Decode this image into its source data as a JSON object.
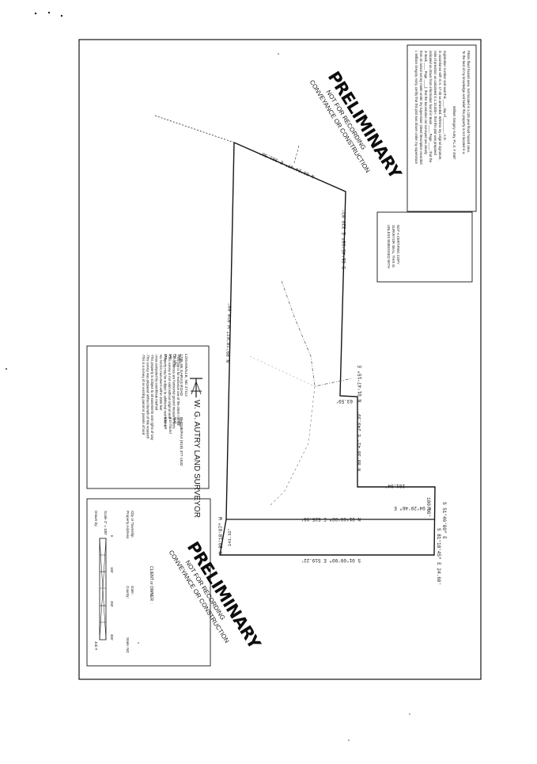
{
  "title_block": {
    "company_line": "W. G.   AUTRY LAND SURVEYOR",
    "address_lines": [
      "1795 SE GARVIS ROAD",
      "LOGANVILLE, NC 27112",
      "PHONE/FAX (919) 477-1532"
    ],
    "legend_lines": [
      "IPS",
      "IPF",
      "PK / PC",
      "Stake"
    ],
    "legend_values": [
      "Iron set",
      "Iron found",
      "Nail",
      "Stake"
    ],
    "notes": [
      "-This is a survey of an existing parcel or parcels of land",
      "-This survey was prepared without benefit of title research",
      "-This property is subject to all easements and rights of way",
      "-Area computed by coordinate method",
      "-No NCGS monument within 2000 feet",
      "-Property may be subject to additional restrictions",
      "-This survey is not valid without original seal",
      "-All distances are horizontal ground measurements",
      "-This plat is for exclusive use of the client named"
    ]
  },
  "certification": {
    "lines": [
      "I, William Gregory Autry, certify that this plat was drawn under my supervision",
      "from an actual survey made under my supervision (deed description recorded",
      "in Book ____ Page ____); that the boundaries not surveyed are clearly",
      "indicated as drawn from information found in Book ____ Page ____; that the",
      "ratio of precision as calculated is 1:10,000+; that this plat was prepared",
      "in accordance with G.S. 47-30 as amended. Witness my original signature,",
      "registration number and seal this ____ day of ________, A.D.",
      "William Gregory Autry, P.L.S.  #  4587",
      "To the best of my knowledge and belief this property is not located in a",
      "FEMA flood hazard area. Not located in a 100 year flood hazard area."
    ]
  },
  "certified_copy_box": [
    "UNLESS EMBOSSED WITH",
    "SURVEYOR SEAL, THIS IS",
    "NOT A CERTIFIED COPY"
  ],
  "stamps": {
    "main": "PRELIMINARY",
    "line2": "NOT FOR RECORDING",
    "line3": "CONVEYANCE OR CONSTRUCTION"
  },
  "bearings": {
    "north_line": "N 63°24'47\" E   301.50'",
    "east_upper": "S 01°45'06\" E   329.82'",
    "jog_small": "63.59'",
    "east_mid_label": "N 01°47'15\" E",
    "diag_mid": "N 88°38'41\" E   249.39'",
    "south_upper": "201.04'",
    "west_long": "N 89°18'07\" W   910.00'",
    "east_lower_label": "N 04°20'46\" E",
    "east_lower_dist": "100.00'",
    "corner_se": "S 51°46'00\" E",
    "corner_se2": "S 81°18'45\" E   24.60'",
    "inner_line": "N 01°00'00\" E   525.06'",
    "bottom_line": "S 01°00'00\" E   519.22'",
    "sw_small": "N 89°18'07\" W",
    "sw_dist": "141.32'"
  },
  "info_box": {
    "client_label": "CLIENT or OWNER :",
    "fields": [
      "Property Address",
      "City or Township",
      "County:",
      "Date:",
      "State: NC"
    ],
    "scale_label": "Scale 1\" = 100'",
    "scale_ticks": [
      "0",
      "100'",
      "200'",
      "300'"
    ],
    "drawn_by": "Drawn by:",
    "job_label": "Job #"
  }
}
